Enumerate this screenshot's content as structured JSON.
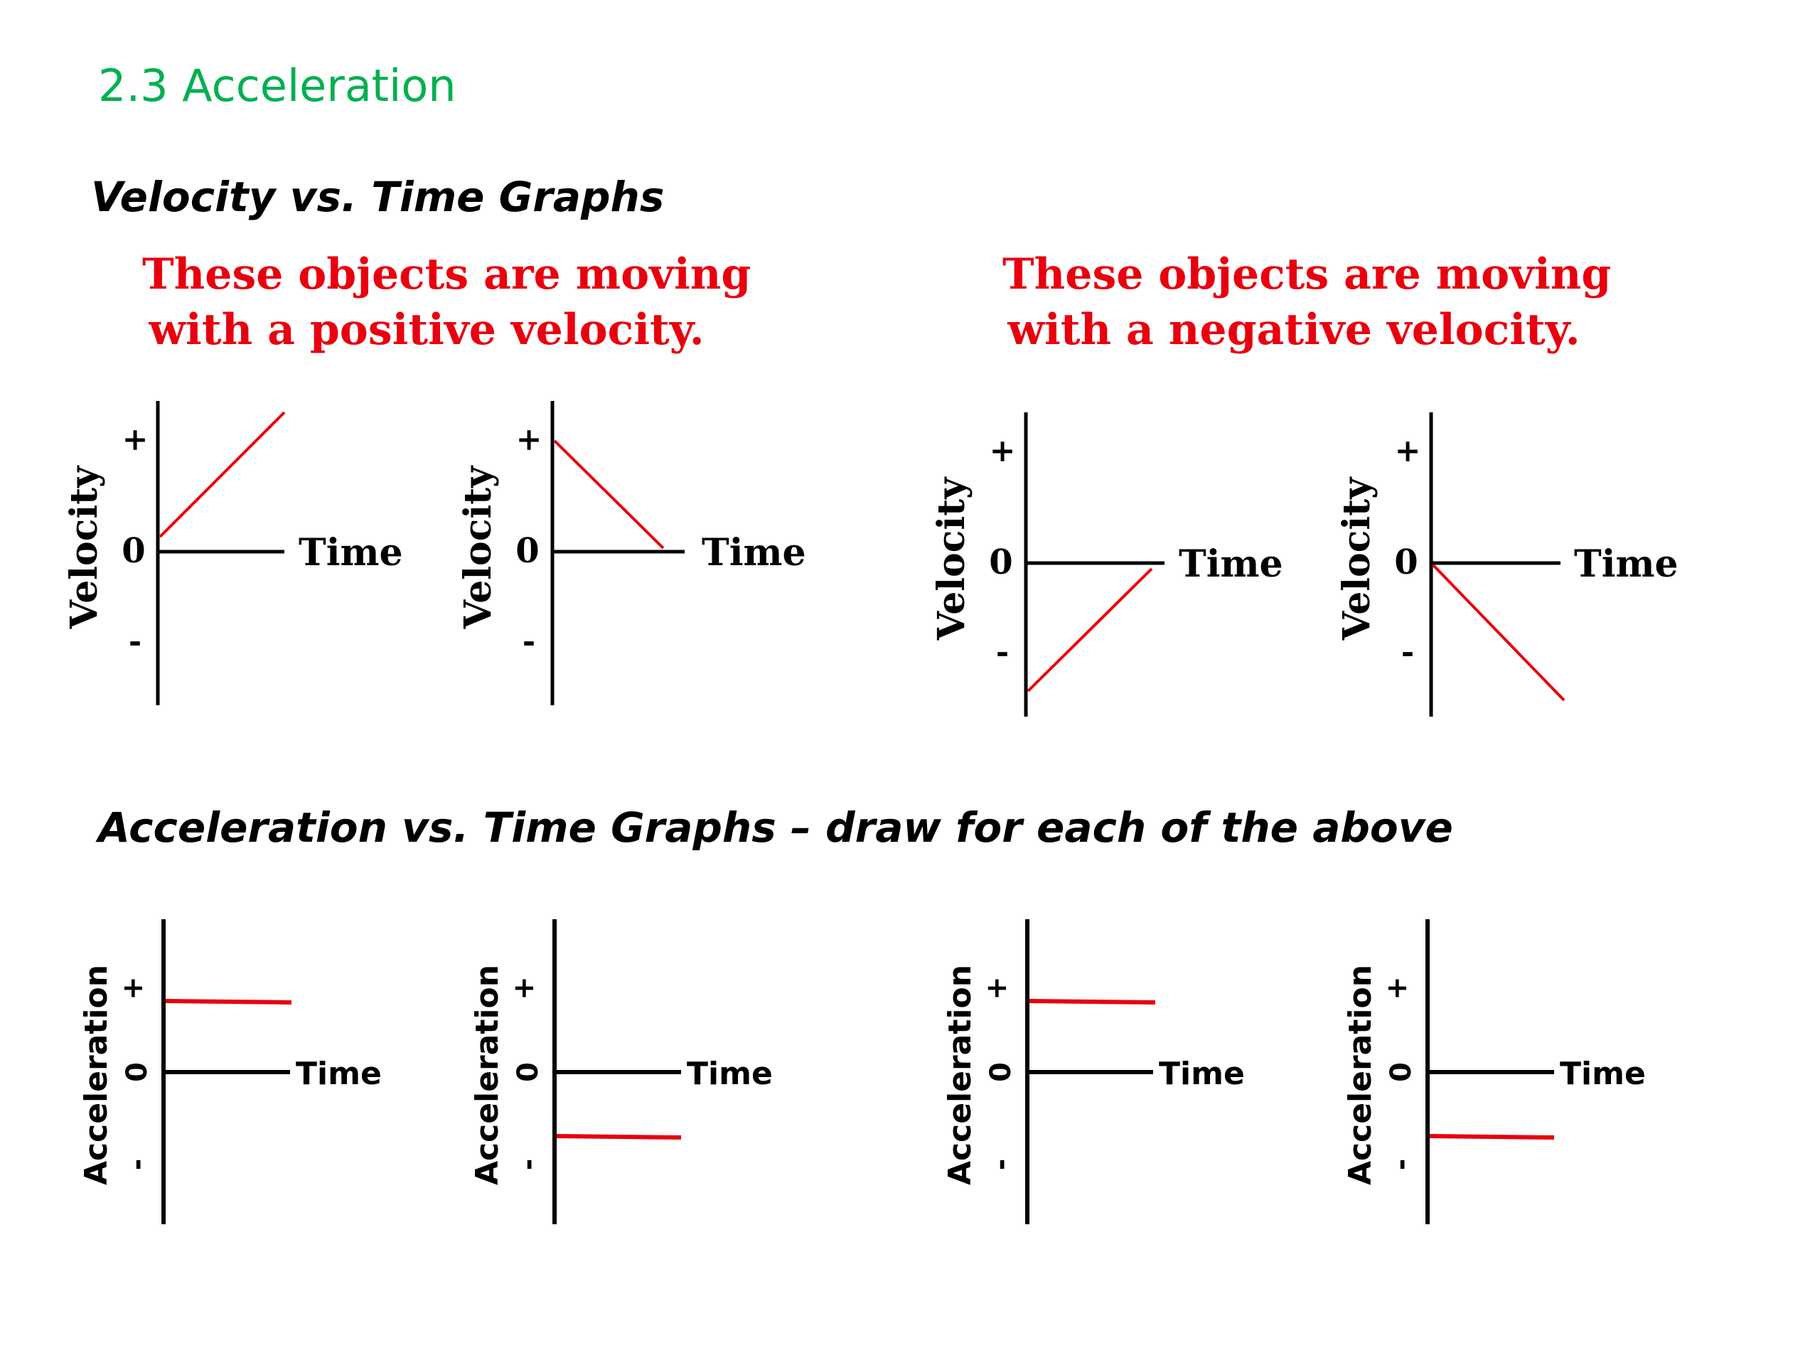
{
  "slide": {
    "title": "2.3 Acceleration",
    "title_color": "#00b050"
  },
  "velocity_section": {
    "heading": "Velocity vs. Time Graphs",
    "captions": [
      {
        "line1": "These objects are moving",
        "line2": "with a positive velocity."
      },
      {
        "line1": "These objects are moving",
        "line2": "with a negative velocity."
      }
    ],
    "caption_color": "#e8000e",
    "graphs": [
      {
        "y_label": "Velocity",
        "x_label": "Time",
        "plus": "+",
        "zero": "0",
        "minus": "-"
      },
      {
        "y_label": "Velocity",
        "x_label": "Time",
        "plus": "+",
        "zero": "0",
        "minus": "-"
      },
      {
        "y_label": "Velocity",
        "x_label": "Time",
        "plus": "+",
        "zero": "0",
        "minus": "-"
      },
      {
        "y_label": "Velocity",
        "x_label": "Time",
        "plus": "+",
        "zero": "0",
        "minus": "-"
      }
    ]
  },
  "acceleration_section": {
    "heading": "Acceleration vs. Time Graphs – draw for each of the above",
    "graphs": [
      {
        "y_label": "Acceleration",
        "x_label": "Time",
        "plus": "+",
        "zero": "0",
        "minus": "-"
      },
      {
        "y_label": "Acceleration",
        "x_label": "Time",
        "plus": "+",
        "zero": "0",
        "minus": "-"
      },
      {
        "y_label": "Acceleration",
        "x_label": "Time",
        "plus": "+",
        "zero": "0",
        "minus": "-"
      },
      {
        "y_label": "Acceleration",
        "x_label": "Time",
        "plus": "+",
        "zero": "0",
        "minus": "-"
      }
    ]
  },
  "line_color": "#e8000e",
  "axis_color": "#000000"
}
